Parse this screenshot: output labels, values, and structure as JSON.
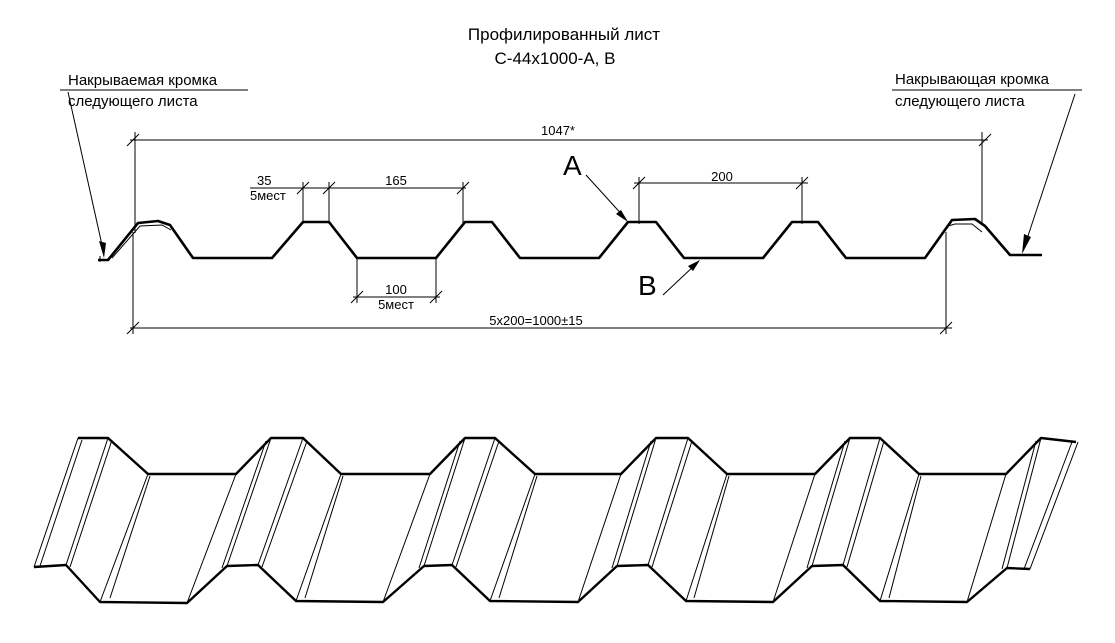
{
  "title": {
    "line1": "Профилированный лист",
    "line2": "С-44х1000-А, В"
  },
  "edges": {
    "left_line1": "Накрываемая кромка",
    "left_line2": "следующего листа",
    "right_line1": "Накрывающая кромка",
    "right_line2": "следующего листа"
  },
  "dimensions": {
    "overall": "1047*",
    "top_width": "35",
    "top_width_count": "5мест",
    "pitch_gap": "165",
    "pitch": "200",
    "bottom_width": "100",
    "bottom_width_count": "5мест",
    "working_width": "5х200=1000±15"
  },
  "sides": {
    "a": "A",
    "b": "B"
  },
  "colors": {
    "ink": "#000000",
    "paper": "#ffffff"
  }
}
